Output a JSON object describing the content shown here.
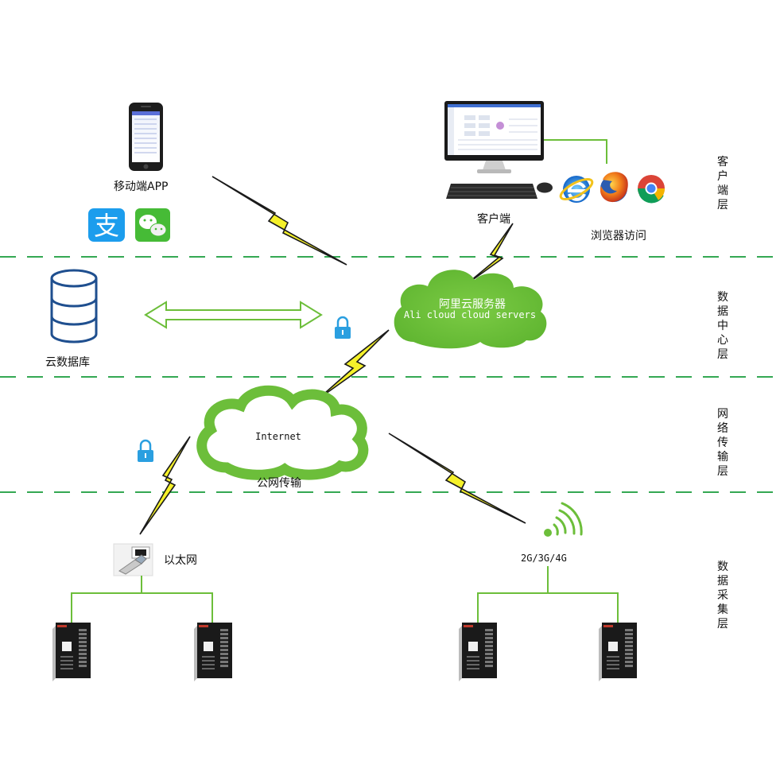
{
  "layers": {
    "client": "客户端层",
    "data_center": "数据中心层",
    "network": "网络传输层",
    "collection": "数据采集层"
  },
  "labels": {
    "mobile_app": "移动端APP",
    "client_pc": "客户端",
    "browser_access": "浏览器访问",
    "cloud_db": "云数据库",
    "aliyun_cn": "阿里云服务器",
    "aliyun_en": "Ali cloud  cloud servers",
    "internet": "Internet",
    "public_network": "公网传输",
    "ethernet": "以太网",
    "cellular": "2G/3G/4G"
  },
  "colors": {
    "green": "#6cbe3a",
    "dash": "#34a853",
    "bolt": "#f5f12a",
    "lock": "#2a9fe0",
    "alipay": "#1c9ded",
    "wechat": "#46bb36"
  },
  "icons": [
    "phone-icon",
    "alipay-icon",
    "wechat-icon",
    "desktop-icon",
    "keyboard-icon",
    "mouse-icon",
    "ie-icon",
    "firefox-icon",
    "chrome-icon",
    "database-icon",
    "lock-icon",
    "ethernet-icon",
    "wifi-icon",
    "device-icon"
  ]
}
